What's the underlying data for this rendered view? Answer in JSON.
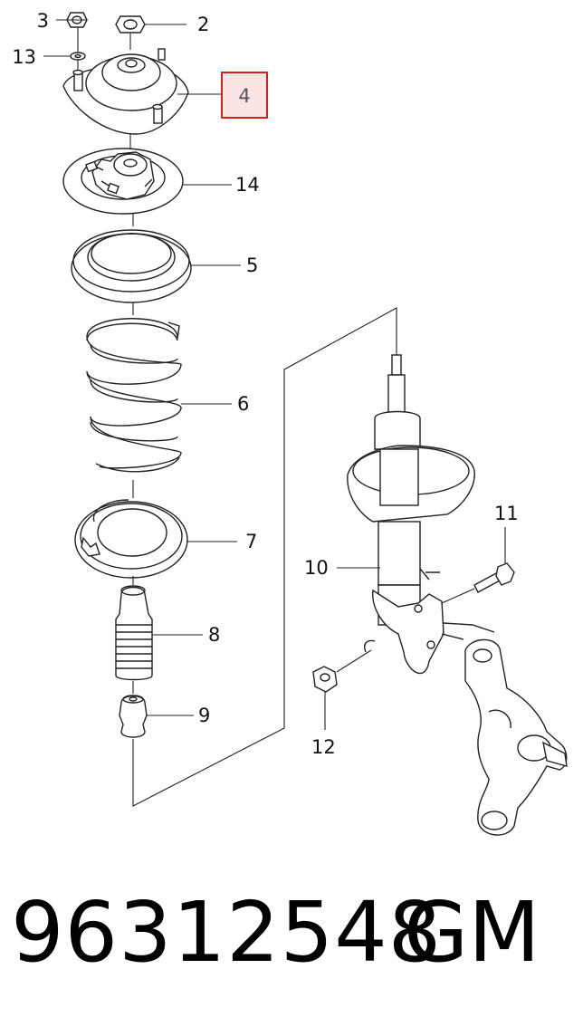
{
  "diagram": {
    "callouts": {
      "c2": "2",
      "c3": "3",
      "c4": "4",
      "c5": "5",
      "c6": "6",
      "c7": "7",
      "c8": "8",
      "c9": "9",
      "c10": "10",
      "c11": "11",
      "c12": "12",
      "c13": "13",
      "c14": "14"
    },
    "highlight_color": "#d62020",
    "highlight_fill": "#fde4e4"
  },
  "footer": {
    "part_number": "96312548",
    "brand": "GM"
  }
}
